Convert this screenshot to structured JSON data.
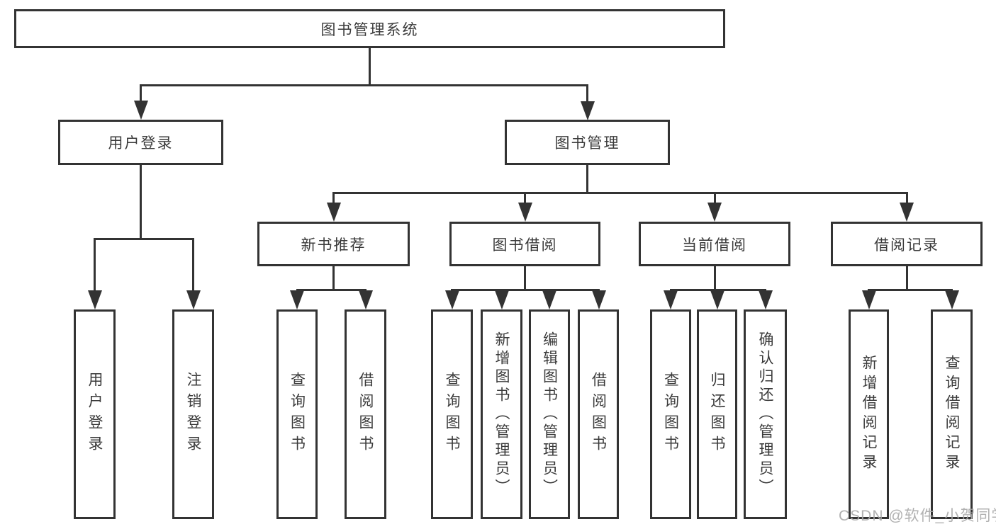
{
  "diagram": {
    "nodes": {
      "root": {
        "label": "图书管理系统",
        "children": [
          "user_login",
          "book_management"
        ]
      },
      "user_login": {
        "label": "用户登录",
        "children": [
          "login",
          "logout"
        ]
      },
      "book_management": {
        "label": "图书管理",
        "children": [
          "new_book_recommend",
          "book_borrowing",
          "current_borrowing",
          "borrowing_records"
        ]
      },
      "new_book_recommend": {
        "label": "新书推荐",
        "children": [
          "recommend_query",
          "recommend_borrow"
        ]
      },
      "book_borrowing": {
        "label": "图书借阅",
        "children": [
          "borrowing_query",
          "borrowing_add",
          "borrowing_edit",
          "borrowing_borrow"
        ]
      },
      "current_borrowing": {
        "label": "当前借阅",
        "children": [
          "current_query",
          "current_return",
          "current_confirm"
        ]
      },
      "borrowing_records": {
        "label": "借阅记录",
        "children": [
          "record_add",
          "record_query"
        ]
      },
      "login": {
        "label": "用户登录"
      },
      "logout": {
        "label": "注销登录"
      },
      "recommend_query": {
        "label": "查询图书"
      },
      "recommend_borrow": {
        "label": "借阅图书"
      },
      "borrowing_query": {
        "label": "查询图书"
      },
      "borrowing_add": {
        "label": "新增图书（管理员）"
      },
      "borrowing_edit": {
        "label": "编辑图书（管理员）"
      },
      "borrowing_borrow": {
        "label": "借阅图书"
      },
      "current_query": {
        "label": "查询图书"
      },
      "current_return": {
        "label": "归还图书"
      },
      "current_confirm": {
        "label": "确认归还（管理员）"
      },
      "record_add": {
        "label": "新增借阅记录"
      },
      "record_query": {
        "label": "查询借阅记录"
      }
    }
  },
  "watermark": {
    "text": "CSDN @软件_小贺同学"
  },
  "colors": {
    "line": "#333333",
    "box_border": "#333333",
    "box_fill": "#ffffff",
    "text": "#3a3a3a",
    "background": "#ffffff",
    "watermark": "#a8a8a8"
  }
}
